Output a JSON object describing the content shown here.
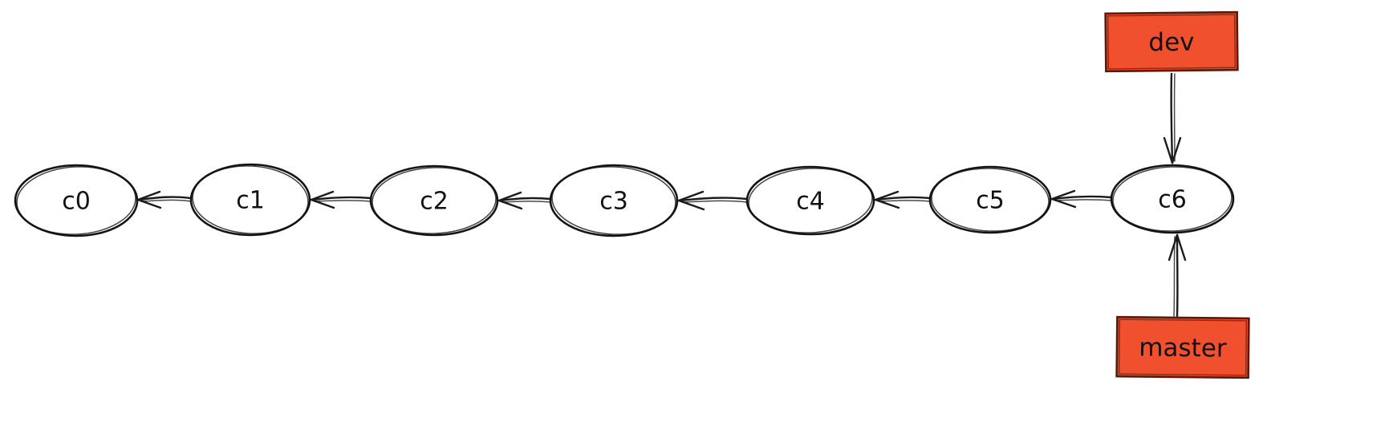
{
  "diagram": {
    "type": "git-commit-graph",
    "nodes": [
      {
        "id": "c0",
        "label": "c0"
      },
      {
        "id": "c1",
        "label": "c1"
      },
      {
        "id": "c2",
        "label": "c2"
      },
      {
        "id": "c3",
        "label": "c3"
      },
      {
        "id": "c4",
        "label": "c4"
      },
      {
        "id": "c5",
        "label": "c5"
      },
      {
        "id": "c6",
        "label": "c6"
      }
    ],
    "branches": [
      {
        "id": "dev",
        "label": "dev"
      },
      {
        "id": "master",
        "label": "master"
      }
    ],
    "edges": [
      {
        "from": "c1",
        "to": "c0"
      },
      {
        "from": "c2",
        "to": "c1"
      },
      {
        "from": "c3",
        "to": "c2"
      },
      {
        "from": "c4",
        "to": "c3"
      },
      {
        "from": "c5",
        "to": "c4"
      },
      {
        "from": "c6",
        "to": "c5"
      },
      {
        "from": "dev",
        "to": "c6"
      },
      {
        "from": "master",
        "to": "c6"
      }
    ],
    "colors": {
      "branch_fill": "#f1502f",
      "node_stroke": "#141414",
      "edge_stroke": "#1b1b1b",
      "background": "#ffffff"
    }
  }
}
